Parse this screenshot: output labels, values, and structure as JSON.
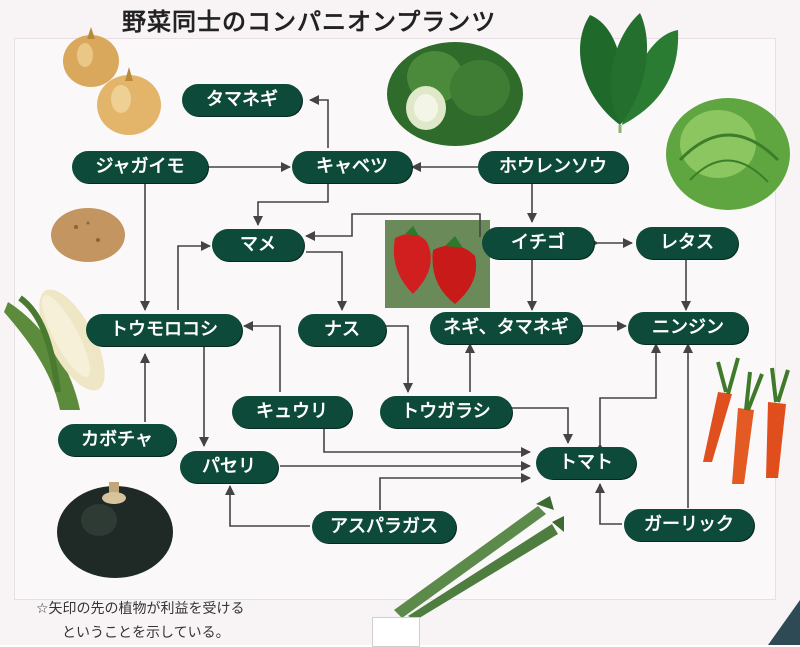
{
  "title": "野菜同士のコンパニオンプランツ",
  "nodes": {
    "tamanegi": "タマネギ",
    "jagaimo": "ジャガイモ",
    "kyabetsu": "キャベツ",
    "hourensou": "ホウレンソウ",
    "mame": "マメ",
    "ichigo": "イチゴ",
    "retasu": "レタス",
    "toumorokoshi": "トウモロコシ",
    "nasu": "ナス",
    "negi_tamanegi": "ネギ、タマネギ",
    "ninjin": "ニンジン",
    "kyuuri": "キュウリ",
    "tougarashi": "トウガラシ",
    "kabocha": "カボチャ",
    "paseri": "パセリ",
    "tomato": "トマト",
    "asuparagasu": "アスパラガス",
    "gaarikku": "ガーリック"
  },
  "note": {
    "line1": "☆矢印の先の植物が利益を受ける",
    "line2": "ということを示している。"
  },
  "colors": {
    "node_fill": "#0e4a39",
    "node_text": "#ffffff",
    "arrow": "#444444",
    "background": "#f8f4f6"
  },
  "icons": [
    "onion-icon",
    "cabbage-icon",
    "spinach-icon",
    "lettuce-icon",
    "potato-icon",
    "strawberry-icon",
    "corn-icon",
    "carrot-icon",
    "pumpkin-icon",
    "asparagus-icon"
  ]
}
